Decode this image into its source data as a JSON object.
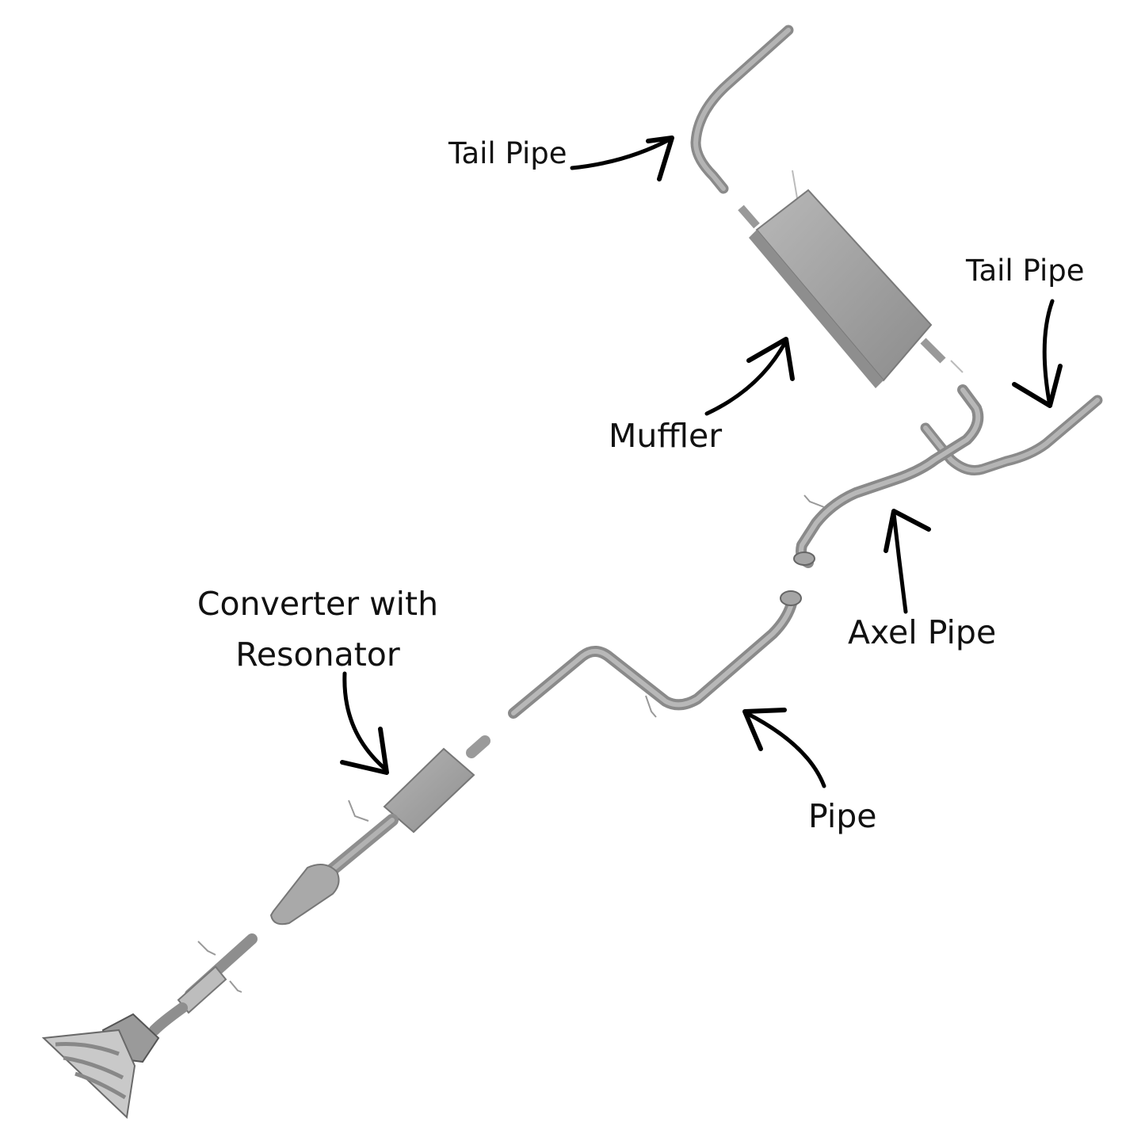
{
  "labels": {
    "tail_pipe_upper": "Tail Pipe",
    "tail_pipe_right": "Tail Pipe",
    "muffler": "Muffler",
    "axel_pipe": "Axel Pipe",
    "pipe": "Pipe",
    "converter_line1": "Converter with",
    "converter_line2": "Resonator"
  },
  "colors": {
    "pipe": "#9b9b9b",
    "pipe_dark": "#7a7a7a",
    "muffler_body": "#a6a6a6",
    "arrow": "#000000"
  }
}
